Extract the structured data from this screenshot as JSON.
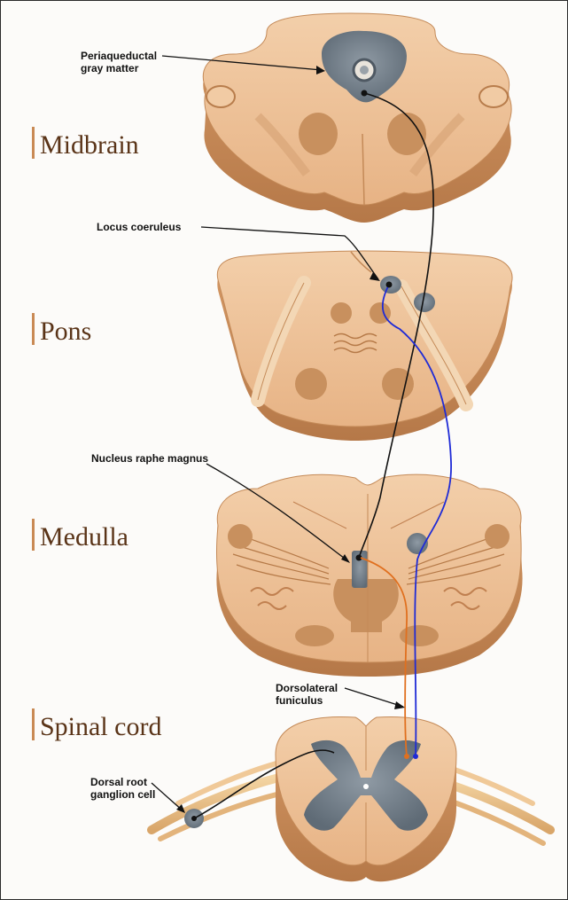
{
  "sections": {
    "midbrain": "Midbrain",
    "pons": "Pons",
    "medulla": "Medulla",
    "spinal_cord": "Spinal cord"
  },
  "labels": {
    "periaqueductal_line1": "Periaqueductal",
    "periaqueductal_line2": "gray matter",
    "locus_coeruleus": "Locus coeruleus",
    "nucleus_raphe": "Nucleus raphe magnus",
    "dorsolateral_line1": "Dorsolateral",
    "dorsolateral_line2": "funiculus",
    "drg_line1": "Dorsal root",
    "drg_line2": "ganglion cell"
  },
  "colors": {
    "tissue": "#e9b88d",
    "tissue_dark": "#c98c5a",
    "gray_matter": "#6f7b86",
    "nucleus": "#c8905e",
    "blue_pathway": "#1f2bd6",
    "orange_pathway": "#e0701f",
    "black_pathway": "#111111",
    "title_bar": "#c98a55"
  }
}
